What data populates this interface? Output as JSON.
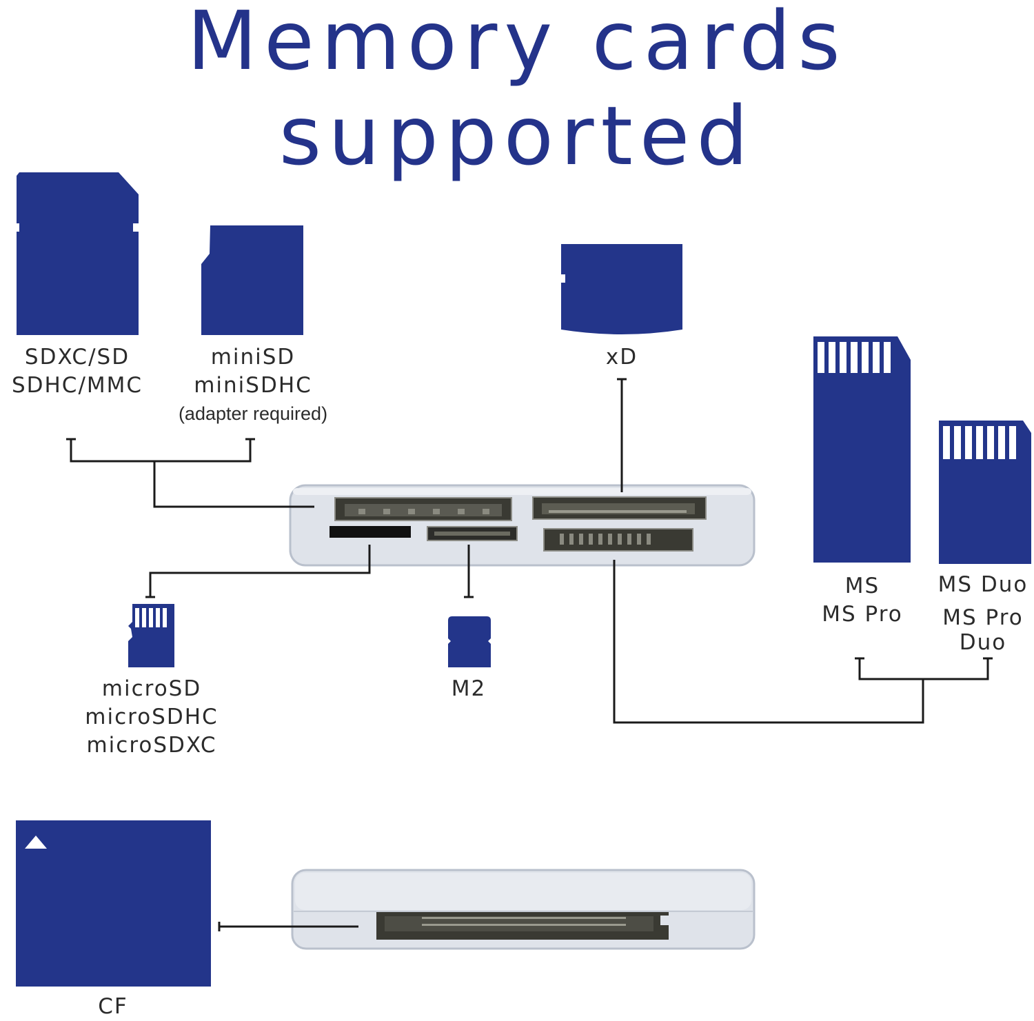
{
  "title": {
    "line1": "Memory cards",
    "line2": "supported"
  },
  "colors": {
    "card": "#23358a",
    "reader": "#dfe3ea",
    "line": "#1a1a1a",
    "text": "#2b2b2b"
  },
  "cards": {
    "sd": {
      "line1": "SDXC/SD",
      "line2": "SDHC/MMC"
    },
    "minisd": {
      "line1": "miniSD",
      "line2": "miniSDHC",
      "note": "(adapter required)"
    },
    "xd": {
      "line1": "xD"
    },
    "ms": {
      "line1": "MS",
      "line2": "MS Pro"
    },
    "msduo": {
      "line1": "MS Duo",
      "line2": "MS Pro",
      "line3": "Duo"
    },
    "microsd": {
      "line1": "microSD",
      "line2": "microSDHC",
      "line3": "microSDXC"
    },
    "m2": {
      "line1": "M2"
    },
    "cf": {
      "line1": "CF"
    }
  }
}
